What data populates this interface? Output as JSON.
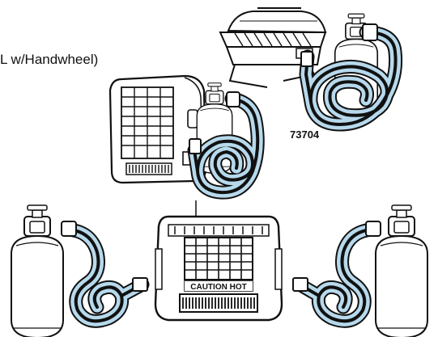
{
  "caption": "L w/Handwheel)",
  "part_number": "73704",
  "heater_label": "CAUTION HOT",
  "colors": {
    "hose_fill": "#b7d9ec",
    "hose_line": "#111111",
    "outline": "#111111",
    "background": "#ffffff"
  },
  "icons": [
    "propane-tank-icon",
    "gas-grill-icon",
    "portable-heater-icon",
    "hose-icon"
  ]
}
